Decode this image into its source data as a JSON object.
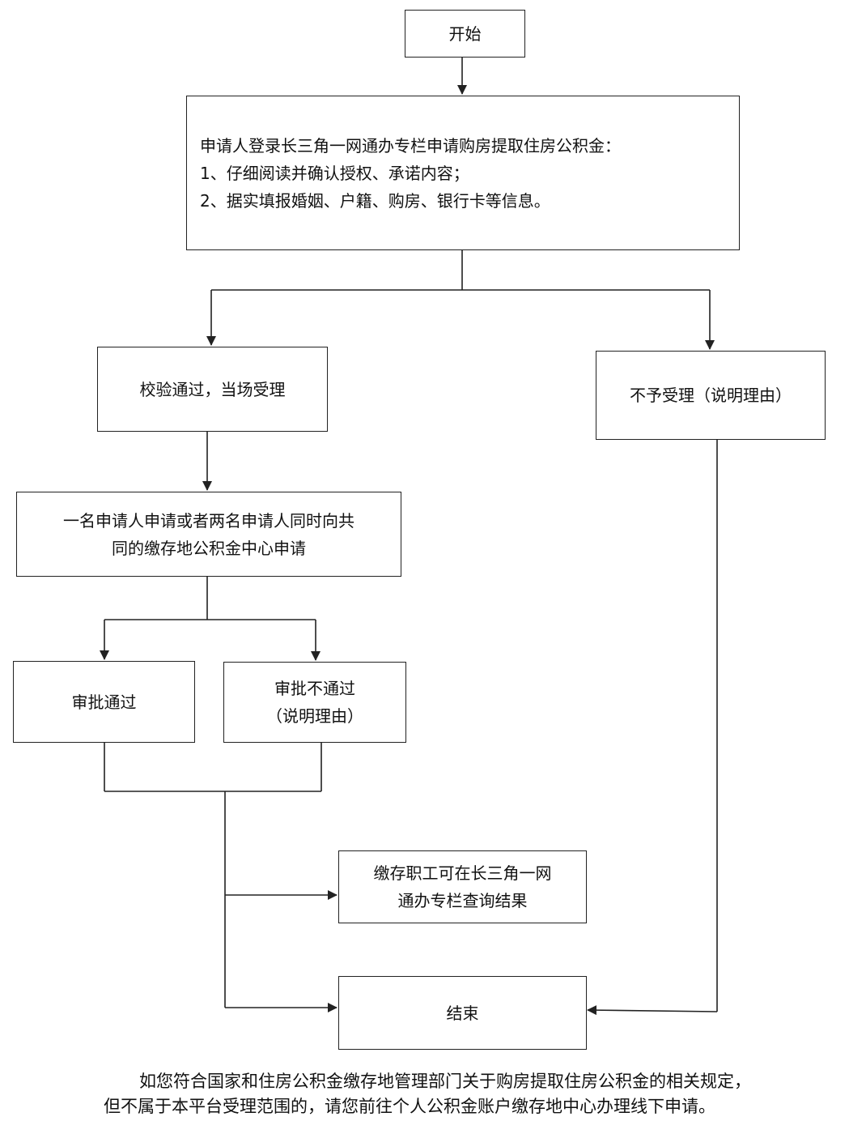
{
  "nodes": {
    "start": {
      "label": "开始"
    },
    "apply": {
      "lines": [
        "申请人登录长三角一网通办专栏申请购房提取住房公积金：",
        "1、仔细阅读并确认授权、承诺内容；",
        "2、据实填报婚姻、户籍、购房、银行卡等信息。"
      ]
    },
    "verified": {
      "label": "校验通过，当场受理"
    },
    "rejected_intake": {
      "label": "不予受理（说明理由）"
    },
    "submit_center": {
      "lines": [
        "一名申请人申请或者两名申请人同时向共",
        "同的缴存地公积金中心申请"
      ]
    },
    "approved": {
      "label": "审批通过"
    },
    "not_approved": {
      "lines": [
        "审批不通过",
        "（说明理由）"
      ]
    },
    "query_result": {
      "lines": [
        "缴存职工可在长三角一网",
        "通办专栏查询结果"
      ]
    },
    "end": {
      "label": "结束"
    }
  },
  "footnote": {
    "line1": "如您符合国家和住房公积金缴存地管理部门关于购房提取住房公积金的相关规定，",
    "line2": "但不属于本平台受理范围的，请您前往个人公积金账户缴存地中心办理线下申请。"
  }
}
